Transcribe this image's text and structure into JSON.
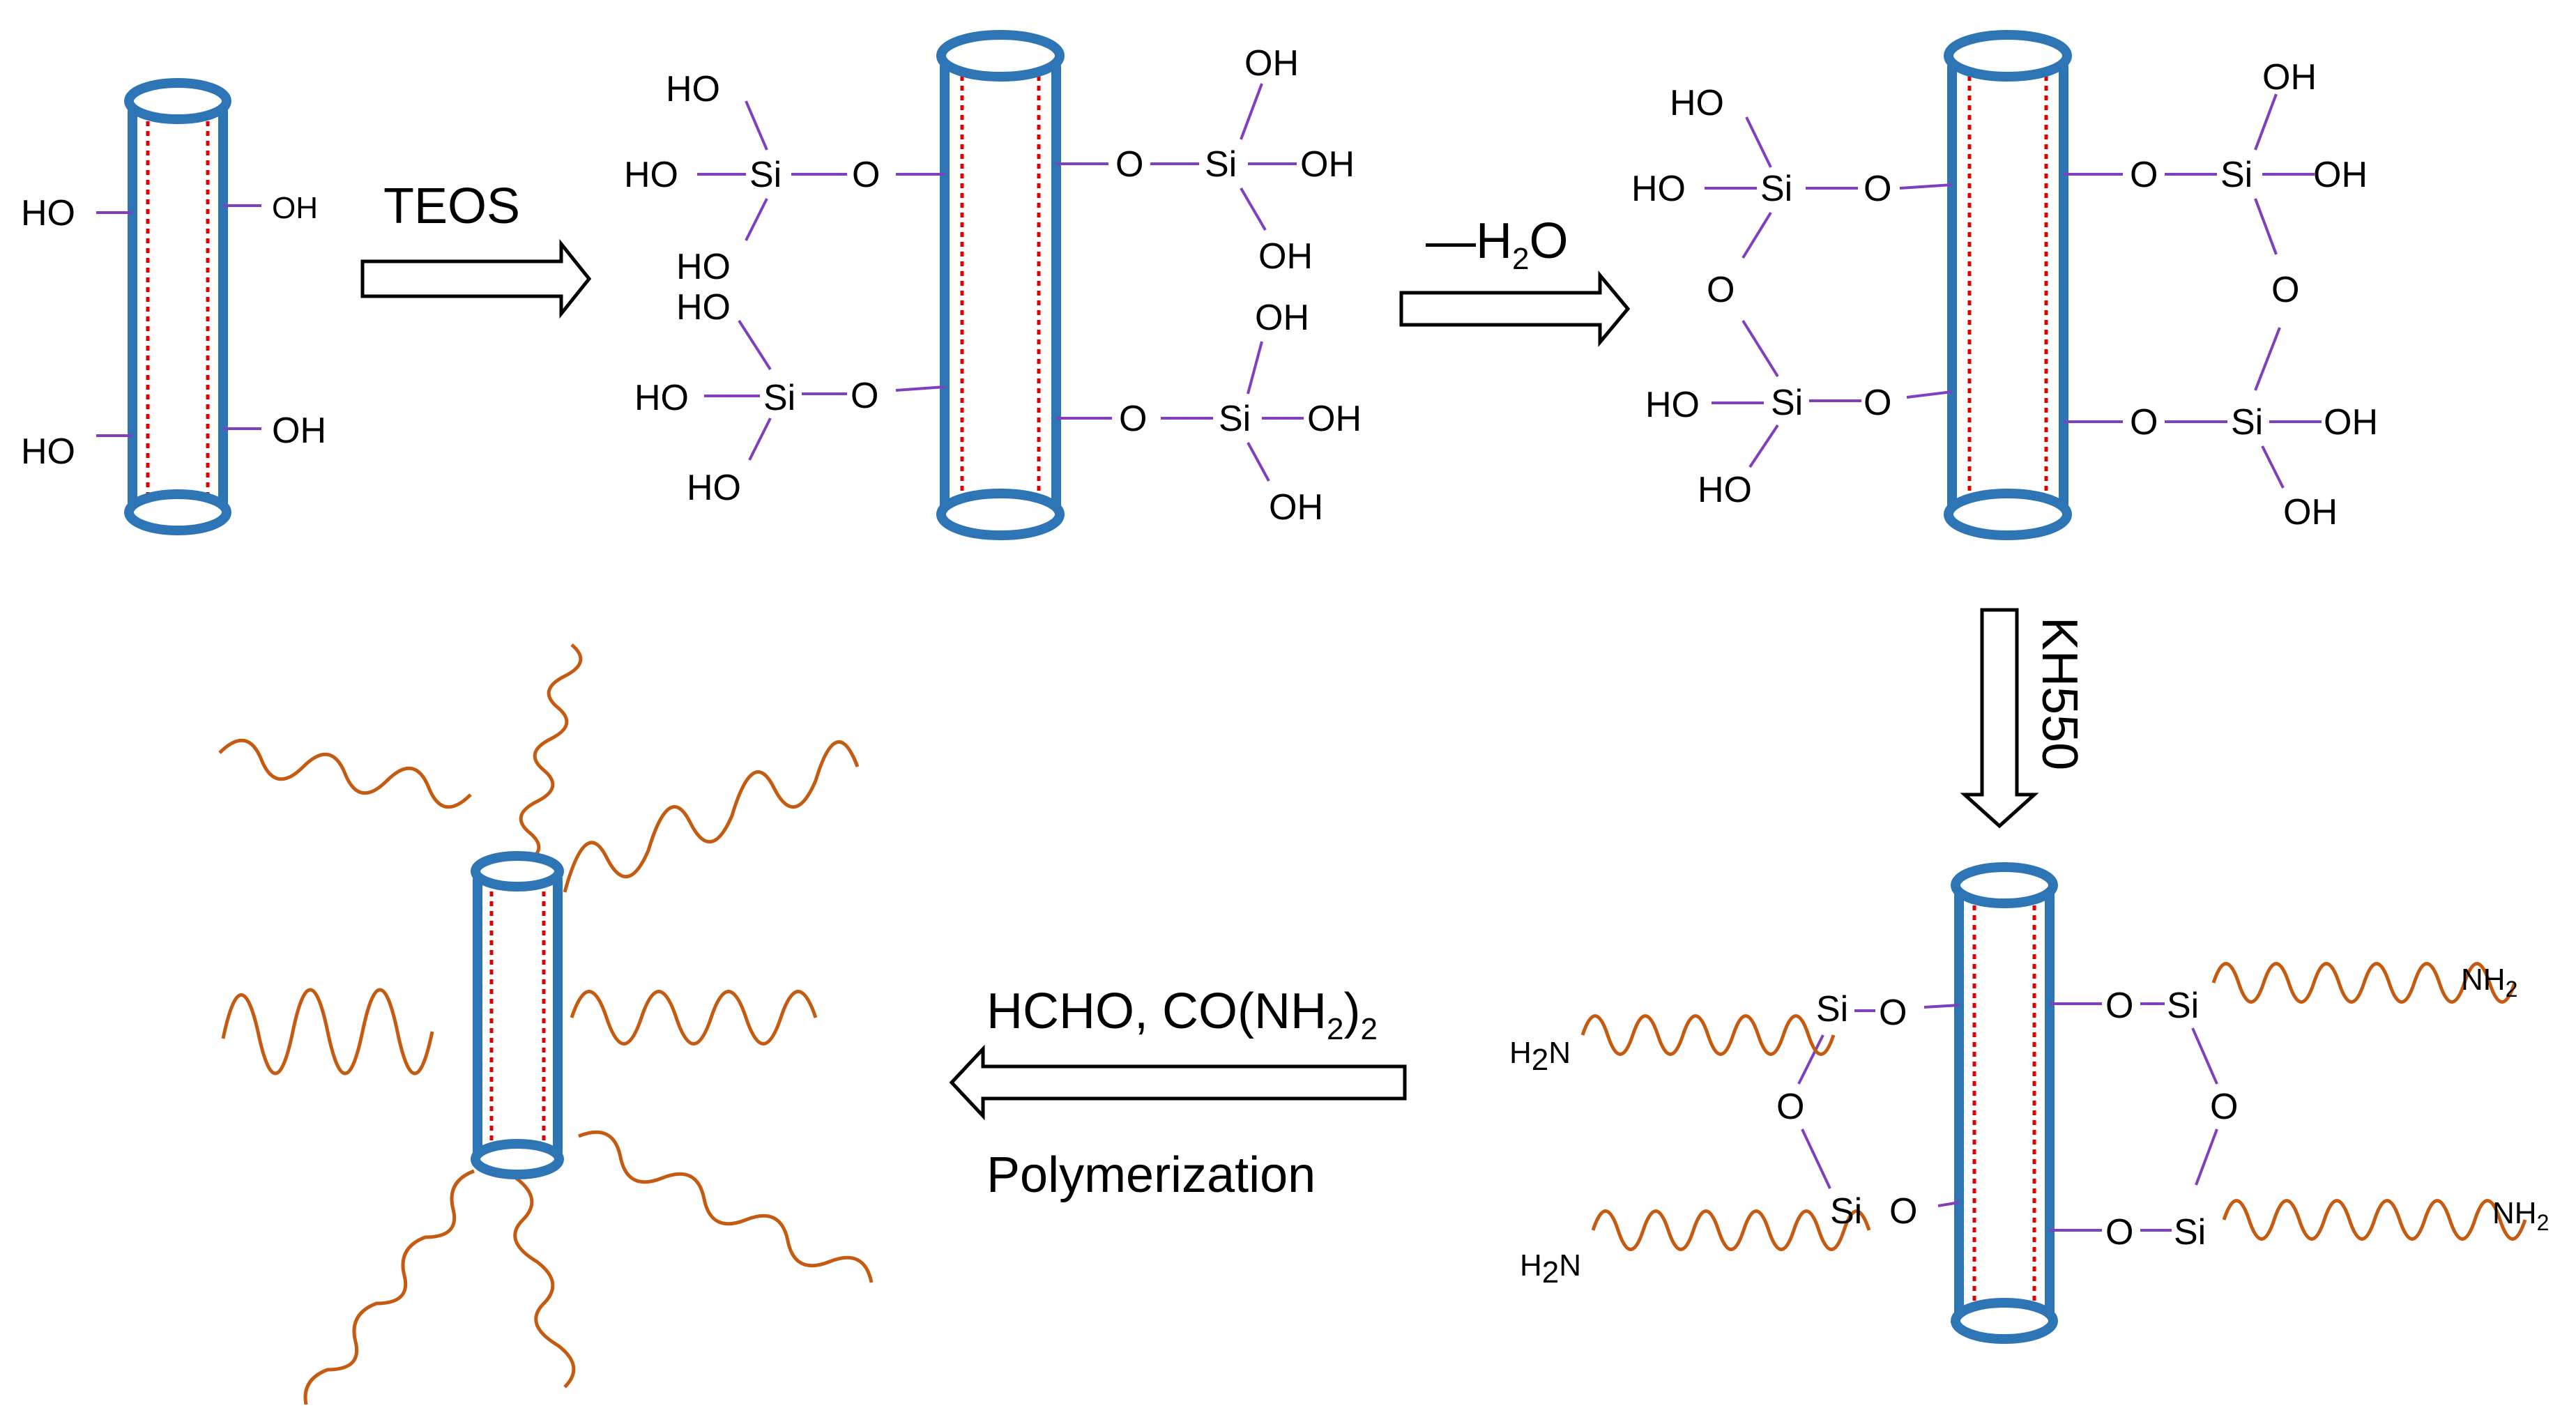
{
  "labels": {
    "HO": "HO",
    "OH": "OH",
    "O": "O",
    "Si": "Si",
    "H2N_main": "H",
    "H2N_sub": "2",
    "H2N_tail": "N",
    "NH2_main": "NH",
    "NH2_sub": "2"
  },
  "arrows": {
    "teos": "TEOS",
    "dehydrate_prefix": "—H",
    "dehydrate_sub": "2",
    "dehydrate_suffix": "O",
    "kh550": "KH550",
    "reagents_a": "HCHO, CO(NH",
    "reagents_sub": "2",
    "reagents_b": ")",
    "reagents_sub2": "2",
    "polymerization": "Polymerization"
  },
  "colors": {
    "tube": "#2e75b6",
    "tube_inner": "#e00000",
    "bond": "#7f3fbf",
    "polymer": "#c55a11"
  }
}
